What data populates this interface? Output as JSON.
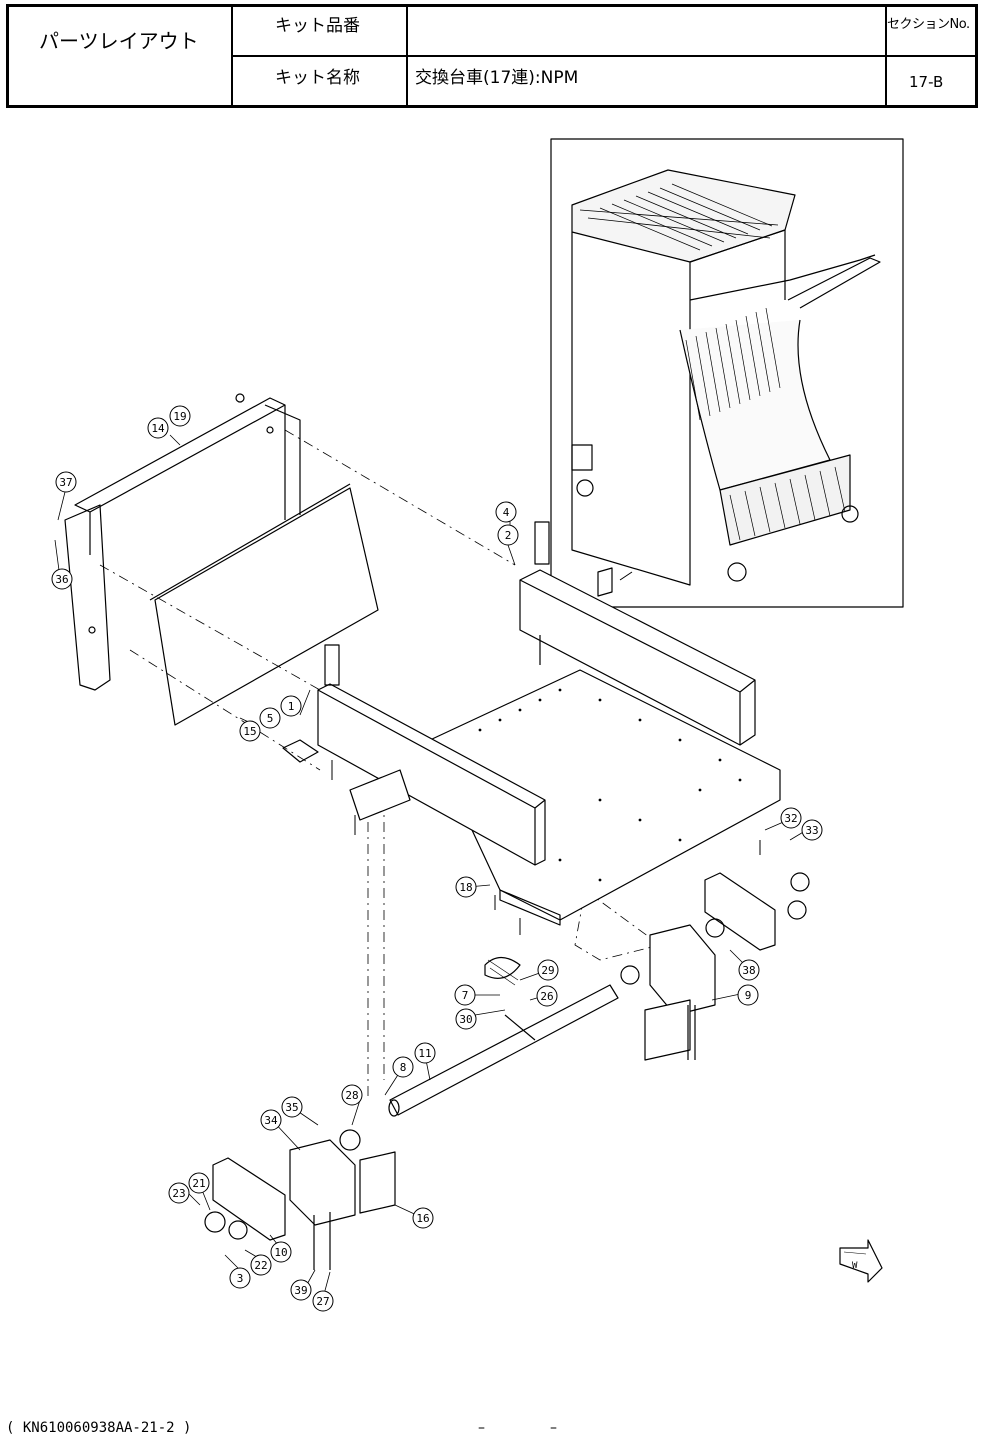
{
  "header": {
    "title": "パーツレイアウト",
    "kit_number_label": "キット品番",
    "kit_number_value": "",
    "section_label": "セクションNo.",
    "kit_name_label": "キット名称",
    "kit_name_value": "交換台車(17連):NPM",
    "section_value": "17-B"
  },
  "callouts": [
    "1",
    "2",
    "3",
    "4",
    "5",
    "7",
    "8",
    "9",
    "10",
    "11",
    "14",
    "15",
    "16",
    "18",
    "19",
    "21",
    "22",
    "23",
    "26",
    "27",
    "28",
    "29",
    "30",
    "32",
    "33",
    "34",
    "35",
    "36",
    "37",
    "38",
    "39"
  ],
  "direction_marker": "W",
  "footer": {
    "code": "( KN610060938AA-21-2 )",
    "dash1": "–",
    "dash2": "–"
  }
}
